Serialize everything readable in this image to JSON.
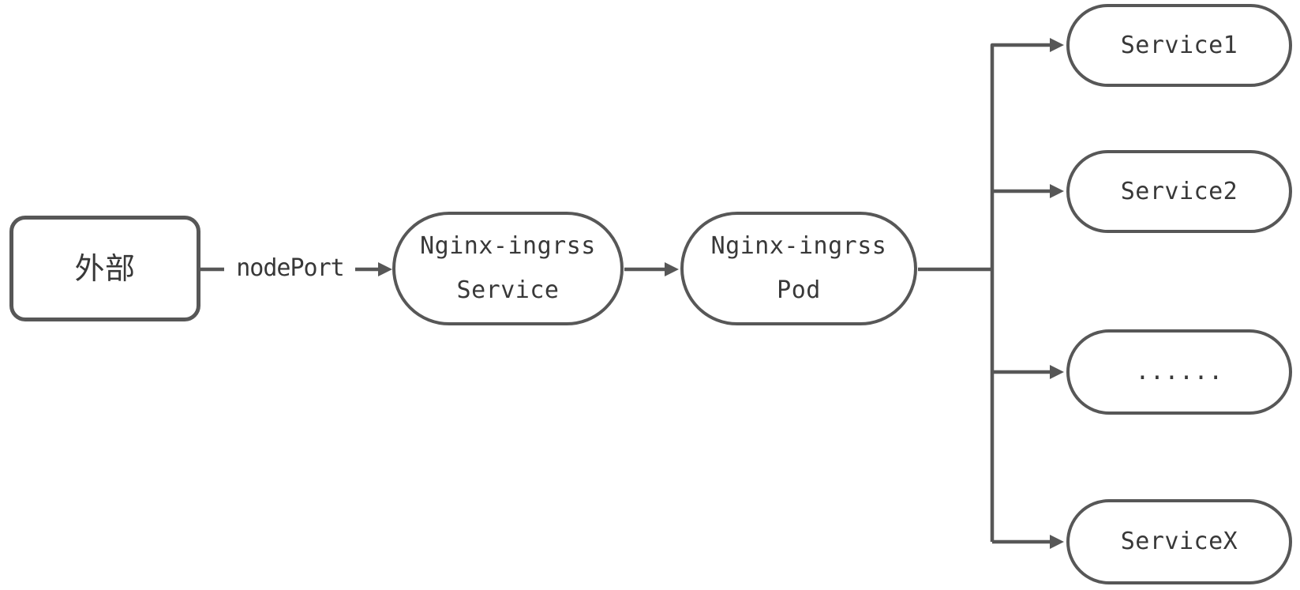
{
  "diagram": {
    "type": "flowchart",
    "colors": {
      "stroke": "#575757",
      "text": "#383838",
      "node_fill": "#ffffff",
      "canvas": "#ffffff"
    },
    "nodes": [
      {
        "id": "external",
        "shape": "rounded-rectangle",
        "label": "外部"
      },
      {
        "id": "nginx-ingress-service",
        "shape": "stadium",
        "lines": [
          "Nginx-ingrss",
          "Service"
        ]
      },
      {
        "id": "nginx-ingress-pod",
        "shape": "stadium",
        "lines": [
          "Nginx-ingrss",
          "Pod"
        ]
      },
      {
        "id": "service1",
        "shape": "stadium",
        "label": "Service1"
      },
      {
        "id": "service2",
        "shape": "stadium",
        "label": "Service2"
      },
      {
        "id": "service-ellipsis",
        "shape": "stadium",
        "label": "......"
      },
      {
        "id": "servicex",
        "shape": "stadium",
        "label": "ServiceX"
      }
    ],
    "edges": [
      {
        "from": "external",
        "to": "nginx-ingress-service",
        "label": "nodePort",
        "arrow": true
      },
      {
        "from": "nginx-ingress-service",
        "to": "nginx-ingress-pod",
        "label": "",
        "arrow": true
      },
      {
        "from": "nginx-ingress-pod",
        "to": "service1",
        "label": "",
        "arrow": true
      },
      {
        "from": "nginx-ingress-pod",
        "to": "service2",
        "label": "",
        "arrow": true
      },
      {
        "from": "nginx-ingress-pod",
        "to": "service-ellipsis",
        "label": "",
        "arrow": true
      },
      {
        "from": "nginx-ingress-pod",
        "to": "servicex",
        "label": "",
        "arrow": true
      }
    ]
  }
}
